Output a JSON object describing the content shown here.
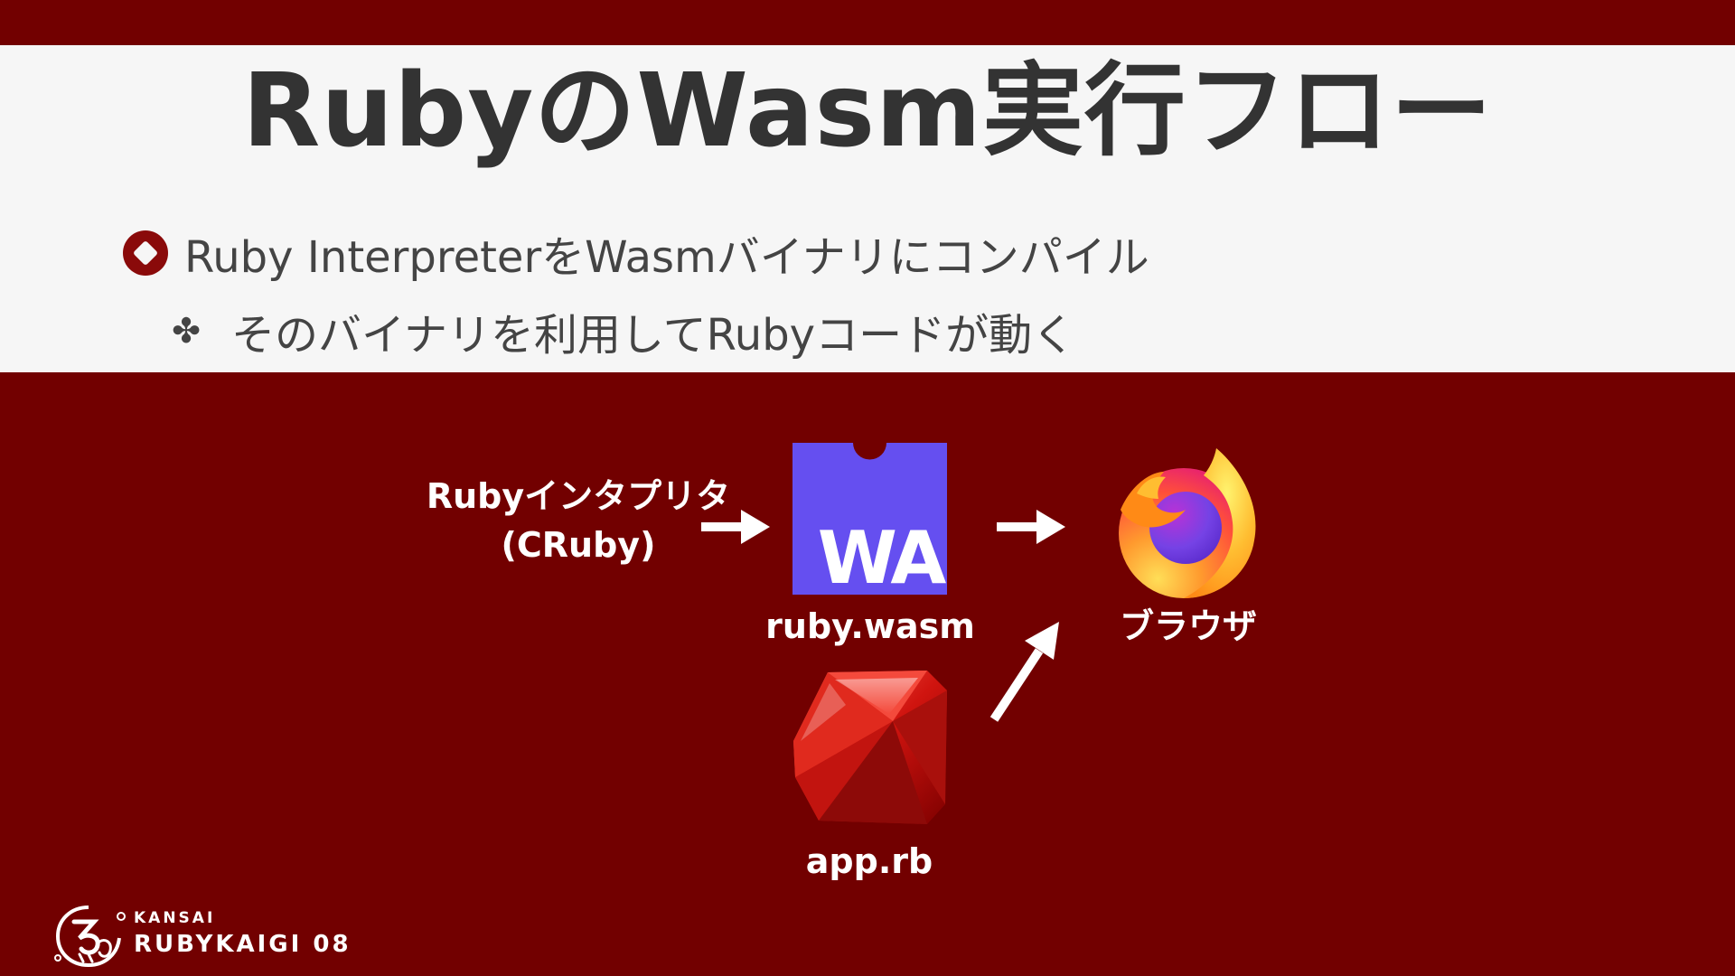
{
  "slide": {
    "title": "RubyのWasm実行フロー",
    "bullets": [
      {
        "text": "Ruby InterpreterをWasmバイナリにコンパイル",
        "icon": "diamond-circle-icon"
      },
      {
        "text": "そのバイナリを利用してRubyコードが動く",
        "icon": "clover-icon"
      }
    ]
  },
  "diagram": {
    "interpreter_label_line1": "Rubyインタプリタ",
    "interpreter_label_line2": "(CRuby)",
    "wasm_logo_text": "WA",
    "wasm_label": "ruby.wasm",
    "browser_label": "ブラウザ",
    "app_label": "app.rb"
  },
  "footer": {
    "line1": "KANSAI",
    "line2": "RUBYKAIGI 08"
  },
  "colors": {
    "background": "#720000",
    "panel": "#f6f6f6",
    "title": "#333333",
    "wasm": "#654ff0",
    "text_light": "#ffffff"
  }
}
